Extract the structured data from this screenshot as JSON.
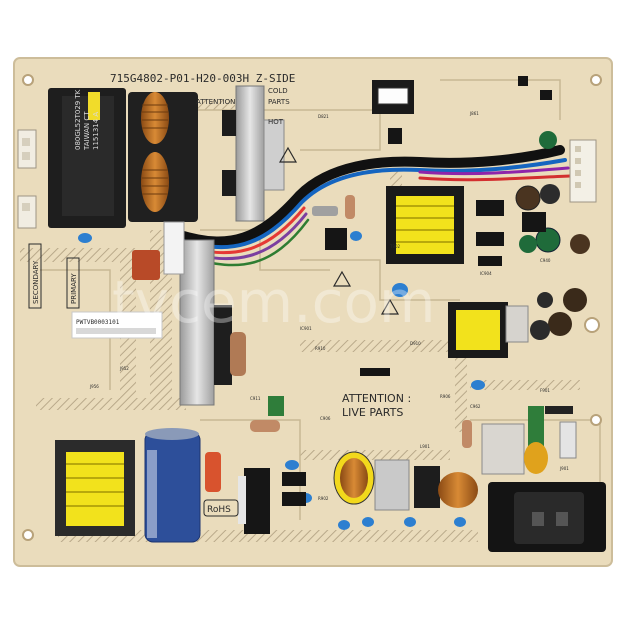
{
  "photo": {
    "subject": "power supply circuit board",
    "board_marking": "715G4802-P01-H20-003H  Z-SIDE",
    "zone_labels": {
      "cold": "COLD",
      "parts": "PARTS",
      "attention_small": "ATTENTION",
      "hot": "HOT",
      "secondary": "SECONDARY",
      "primary": "PRIMARY"
    },
    "warning_line1": "ATTENTION :",
    "warning_line2": "LIVE PARTS",
    "rohs": "RoHS",
    "transformer_label": [
      "080GL52T029 TK",
      "TAIWAN CT",
      "1151314 A"
    ],
    "sticker_text": "PWTVB0003101",
    "watermark": "tvcem.com"
  },
  "colors": {
    "board": "#eadcbc",
    "silkscreen": "#2b2b2b",
    "yellow_winding": "#f2e21c",
    "cap_blue": "#2d4f9a",
    "cap_green": "#1f6b3a",
    "copper": "#c77a2a"
  }
}
